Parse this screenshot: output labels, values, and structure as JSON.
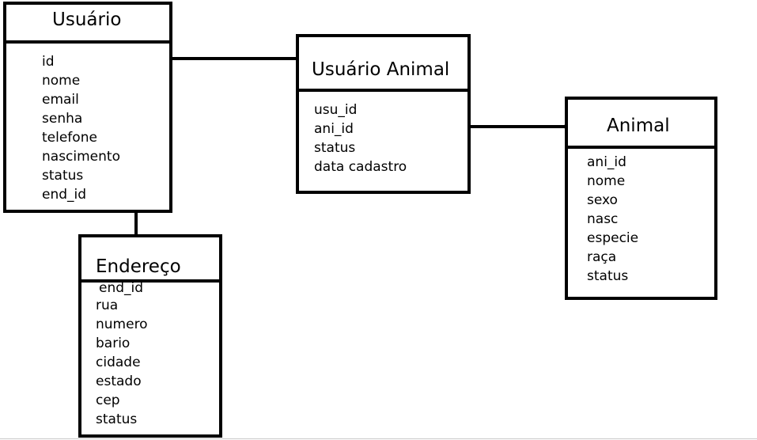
{
  "entities": [
    {
      "title": "Usuário",
      "fields": [
        "id",
        "nome",
        "email",
        "senha",
        "telefone",
        "nascimento",
        "status",
        "end_id"
      ]
    },
    {
      "title": "Usuário Animal",
      "fields": [
        "usu_id",
        "ani_id",
        "status",
        "data cadastro"
      ]
    },
    {
      "title": "Animal",
      "fields": [
        "ani_id",
        "nome",
        "sexo",
        "nasc",
        "especie",
        "raça",
        "status"
      ]
    },
    {
      "title": "Endereço",
      "fields": [
        "end_id",
        "rua",
        "numero",
        "bario",
        "cidade",
        "estado",
        "cep",
        "status"
      ]
    }
  ]
}
